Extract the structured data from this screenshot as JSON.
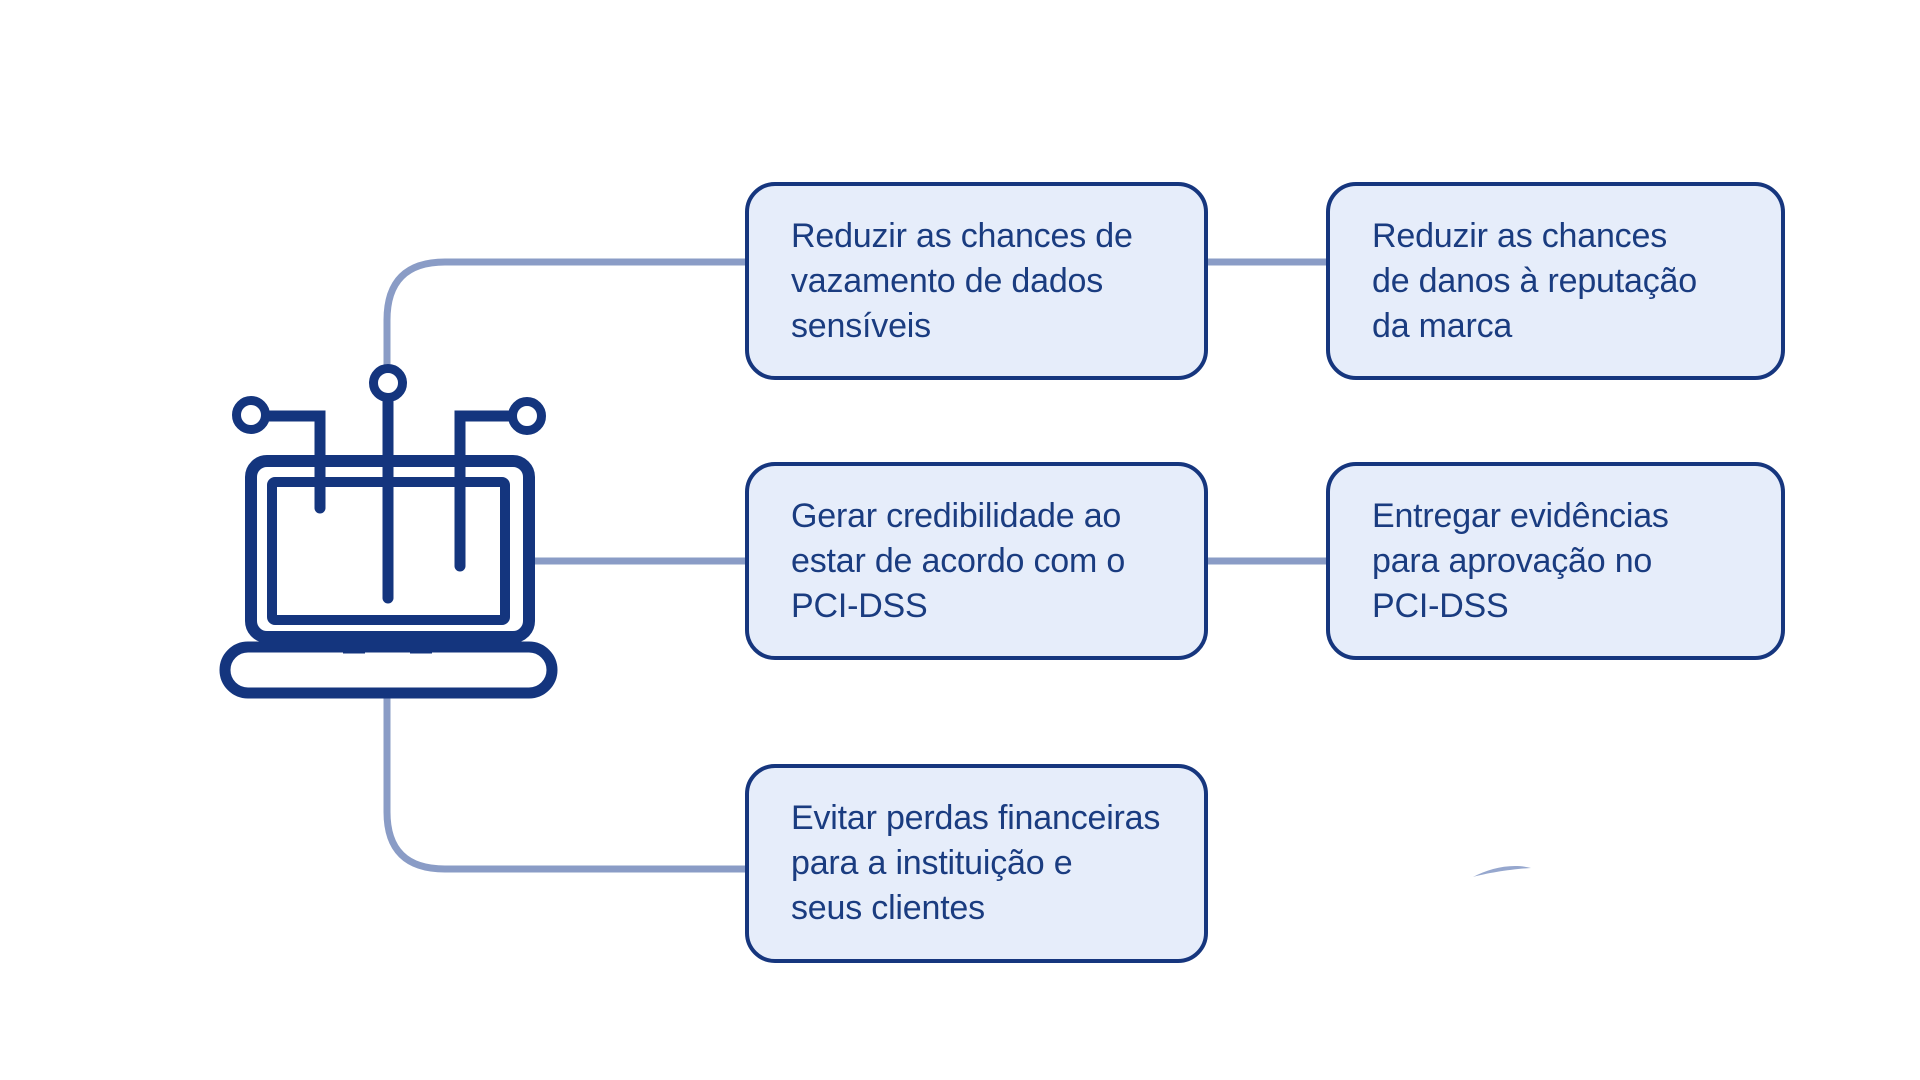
{
  "colors": {
    "background": "#FFFFFF",
    "box_fill": "#E6EDFA",
    "box_border": "#16367E",
    "box_text": "#1A3C80",
    "icon_stroke": "#14357E",
    "connector": "#8A9CC6",
    "artifact": "#96A7CE"
  },
  "icon": "laptop-network-icon",
  "boxes": {
    "mid1": {
      "text": "Reduzir as chances de vazamento de dados sensíveis",
      "lines": [
        "Reduzir as chances de",
        "vazamento de dados",
        "sensíveis"
      ]
    },
    "mid2": {
      "text": "Gerar credibilidade ao estar de acordo com o PCI-DSS",
      "lines": [
        "Gerar credibilidade ao",
        "estar de acordo com o",
        "PCI-DSS"
      ]
    },
    "mid3": {
      "text": "Evitar perdas financeiras para a instituição e seus clientes",
      "lines": [
        "Evitar perdas financeiras",
        "para a instituição e",
        "seus clientes"
      ]
    },
    "right1": {
      "text": "Reduzir as chances de danos à reputação da marca",
      "lines": [
        "Reduzir as chances",
        "de danos à reputação",
        "da marca"
      ]
    },
    "right2": {
      "text": "Entregar evidências para aprovação no PCI-DSS",
      "lines": [
        "Entregar evidências",
        "para aprovação no",
        "PCI-DSS"
      ]
    }
  }
}
